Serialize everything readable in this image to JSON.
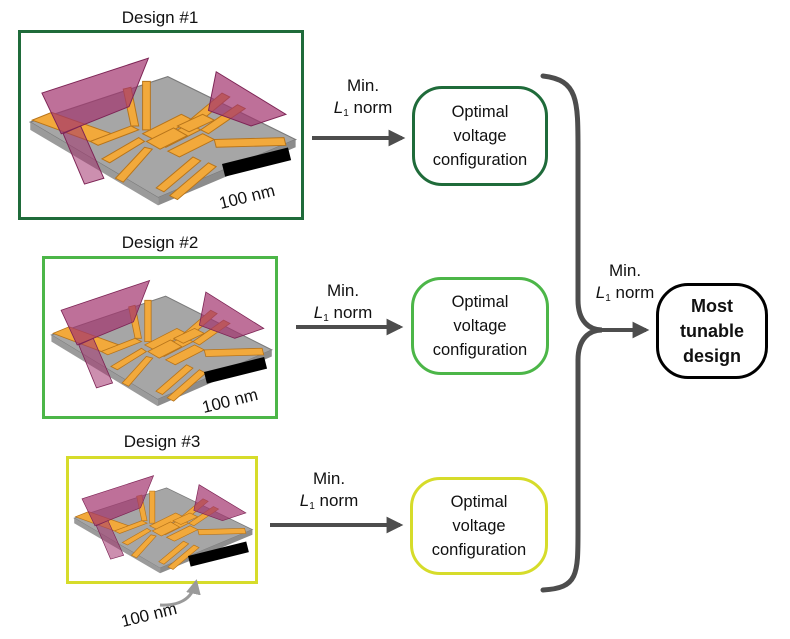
{
  "designs": [
    {
      "title": "Design #1",
      "scale_label": "100 nm",
      "method_line1": "Min.",
      "method_norm": "L",
      "method_sub": "1",
      "method_tail": " norm",
      "output_lines": [
        "Optimal",
        "voltage",
        "configuration"
      ],
      "color": "#1f6b3a"
    },
    {
      "title": "Design #2",
      "scale_label": "100 nm",
      "method_line1": "Min.",
      "method_norm": "L",
      "method_sub": "1",
      "method_tail": " norm",
      "output_lines": [
        "Optimal",
        "voltage",
        "configuration"
      ],
      "color": "#4cb648"
    },
    {
      "title": "Design #3",
      "scale_label": "100 nm",
      "method_line1": "Min.",
      "method_norm": "L",
      "method_sub": "1",
      "method_tail": " norm",
      "output_lines": [
        "Optimal",
        "voltage",
        "configuration"
      ],
      "color": "#d6dc2a"
    }
  ],
  "combine": {
    "method_line1": "Min.",
    "method_norm": "L",
    "method_sub": "1",
    "method_tail": " norm"
  },
  "result": {
    "lines": [
      "Most",
      "tunable",
      "design"
    ]
  },
  "colors": {
    "arrow": "#4d4d4d",
    "bracket": "#4d4d4d",
    "device_gate": "#f2a93b",
    "device_gate_dark": "#b7741a",
    "device_substrate": "#a6a6a6",
    "device_magnet": "#a3336e"
  }
}
